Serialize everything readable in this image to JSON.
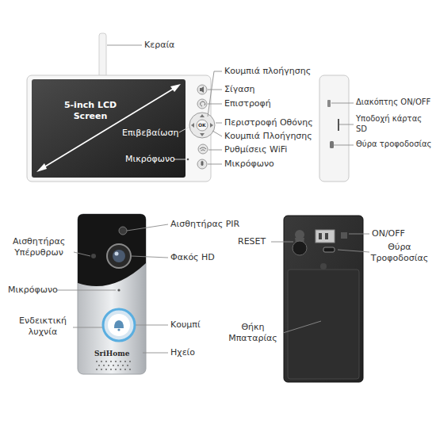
{
  "diagram": {
    "labels": [
      "Κεραία",
      "Κουμπιά πλοήγησης",
      "Σίγαση",
      "Επιστροφή",
      "5-inch LCD Screen",
      "OK",
      "Επιβεβαίωση",
      "Περιστροφή Οθόνης",
      "Κουμπιά Πλοήγησης",
      "Μικρόφωνο",
      "Ρυθμίσεις WiFi",
      "Μικρόφωνο",
      "Διακόπτης ON/OFF",
      "Υποδοχή κάρτας SD",
      "Θύρα τροφοδοσίας",
      "Αισθητήρας PIR",
      "Αισθητήρας Υπέρυθρων",
      "Φακός HD",
      "Μικρόφωνο",
      "Κουμπί",
      "Ενδεικτική λυχνία",
      "SriHome",
      "Ηχείο",
      "RESET",
      "ON/OFF",
      "Θύρα Τροφοδοσίας",
      "Θήκη Μπαταρίας"
    ]
  }
}
